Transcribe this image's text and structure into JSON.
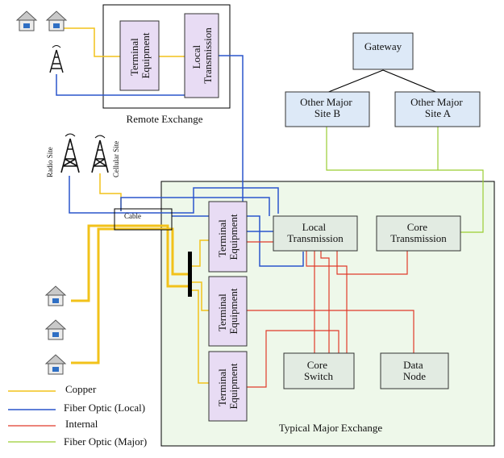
{
  "remote_exchange": {
    "caption": "Remote Exchange",
    "terminal_equipment": [
      "Terminal",
      "Equipment"
    ],
    "local_transmission": [
      "Local",
      "Transmission"
    ]
  },
  "network": {
    "gateway": "Gateway",
    "site_b": [
      "Other Major",
      "Site B"
    ],
    "site_a": [
      "Other Major",
      "Site A"
    ]
  },
  "sites": {
    "radio": "Radio Site",
    "cellular": "Cellular Site"
  },
  "cable_label": "Cable",
  "major_exchange": {
    "caption": "Typical Major Exchange",
    "local_transmission": [
      "Local",
      "Transmission"
    ],
    "core_transmission": [
      "Core",
      "Transmission"
    ],
    "core_switch": [
      "Core",
      "Switch"
    ],
    "data_node": [
      "Data",
      "Node"
    ],
    "terminal_equipment": [
      "Terminal",
      "Equipment"
    ]
  },
  "legend": {
    "copper": "Copper",
    "fiber_local": "Fiber Optic (Local)",
    "internal": "Internal",
    "fiber_major": "Fiber Optic (Major)"
  },
  "colors": {
    "copper": "#f2c21a",
    "fiber_local": "#2a55cc",
    "internal": "#e03a2a",
    "fiber_major": "#9acd32"
  }
}
